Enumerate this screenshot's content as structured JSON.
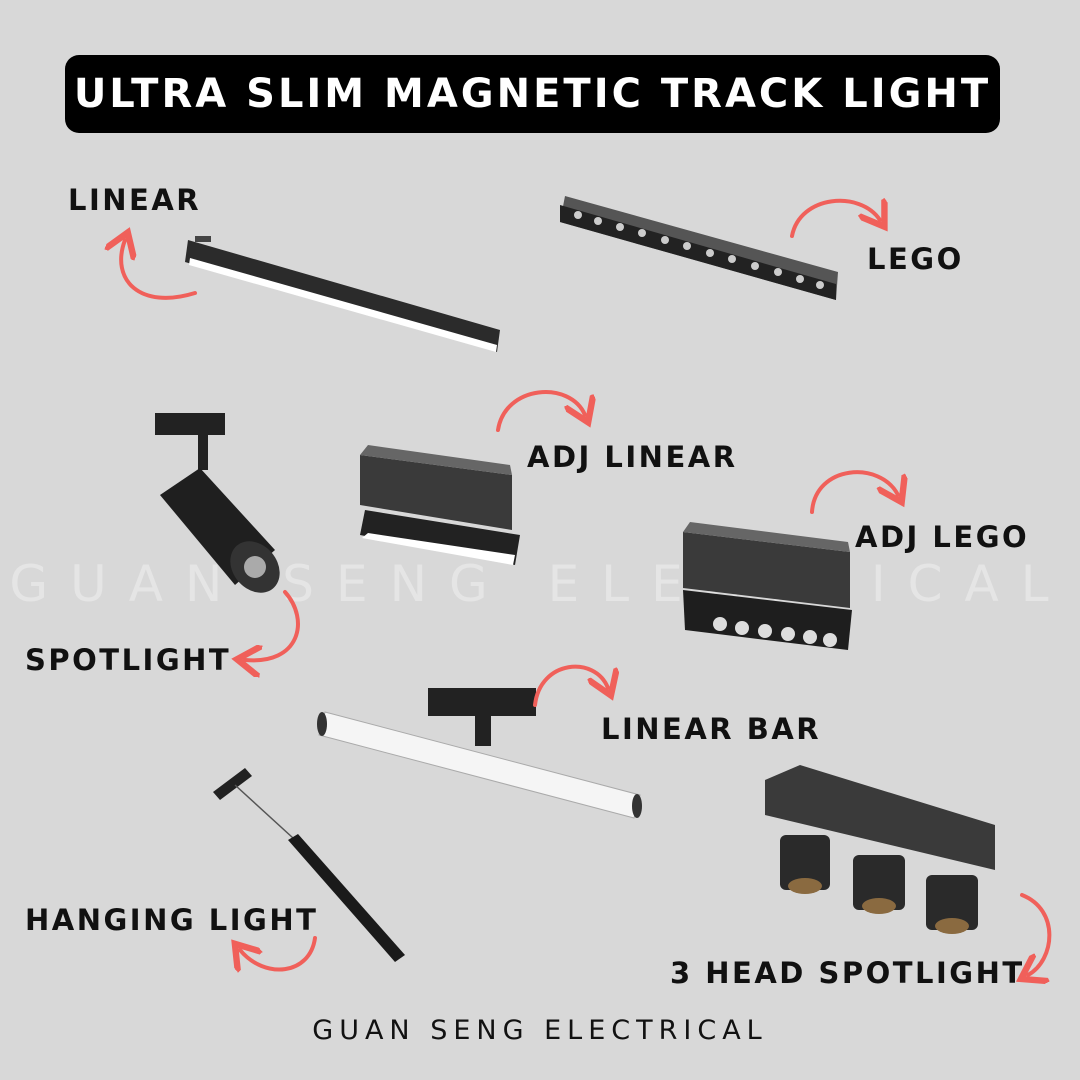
{
  "title": "ULTRA SLIM MAGNETIC TRACK LIGHT",
  "labels": {
    "linear": "LINEAR",
    "lego": "LEGO",
    "adj_linear": "ADJ LINEAR",
    "adj_lego": "ADJ LEGO",
    "spotlight": "SPOTLIGHT",
    "linear_bar": "LINEAR BAR",
    "hanging_light": "HANGING LIGHT",
    "three_head_spotlight": "3 HEAD SPOTLIGHT"
  },
  "watermark": "GUAN SENG ELECTRICAL",
  "footer": "GUAN SENG ELECTRICAL",
  "colors": {
    "background": "#d8d8d8",
    "title_bg": "#000000",
    "arrow": "#f0605a",
    "fixture": "#2b2b2b"
  }
}
